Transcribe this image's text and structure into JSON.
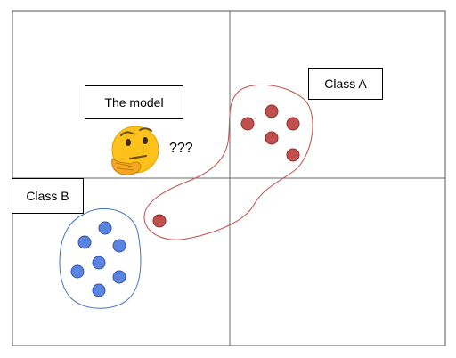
{
  "labels": {
    "model": "The model",
    "class_a": "Class A",
    "class_b": "Class B",
    "question": "???"
  },
  "icons": {
    "thinking_face": "thinking-face-emoji"
  },
  "colors": {
    "axis_line": "#6b6b6b",
    "frame": "#555555",
    "class_a_point": "#c0504d",
    "class_a_point_stroke": "#8c2f2c",
    "class_a_boundary": "#c0504d",
    "class_b_point": "#5b84e0",
    "class_b_point_stroke": "#2f55b0",
    "class_b_boundary": "#4472c4"
  },
  "class_a_point_count": 6,
  "class_b_point_count": 7
}
